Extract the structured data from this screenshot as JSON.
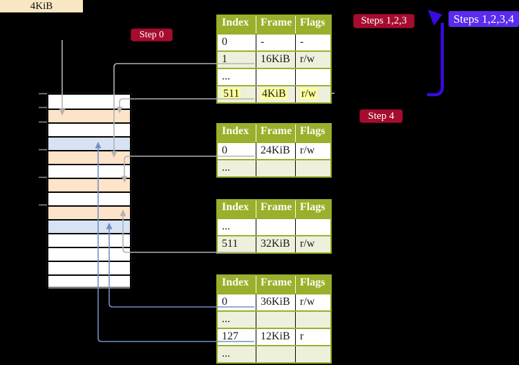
{
  "colors": {
    "background": "#000000",
    "table_header_green": "#9aaf2b",
    "table_border_green": "#9aaf2b",
    "row_green": "#eef0db",
    "highlight_yellow": "#feff9e",
    "badge_red": "#a60c2e",
    "badge_blueviolet": "#5a2bf0",
    "mem_box_wheat": "#f9e7c4",
    "strip_peach": "#fde3c8",
    "strip_blue": "#d7e3f4",
    "connector_gray": "#b3b3b3",
    "connector_steelblue": "#7191c2",
    "arrow_blue": "#3a0be0",
    "tick_gray": "#8a8a8a",
    "cell_text": "#1a1a1a"
  },
  "labels": {
    "mem_box": "4KiB",
    "step0_badge": "Step 0",
    "steps123_badge": "Steps 1,2,3",
    "steps1234_badge": "Steps 1,2,3,4",
    "step4_badge": "Step 4"
  },
  "tables": {
    "columns": [
      "Index",
      "Frame",
      "Flags"
    ],
    "level4": {
      "rows": [
        [
          "0",
          "-",
          "-"
        ],
        [
          "1",
          "16KiB",
          "r/w"
        ],
        [
          "...",
          "",
          ""
        ],
        [
          "511",
          "4KiB",
          "r/w"
        ]
      ],
      "highlighted_row": 3
    },
    "level3": {
      "rows": [
        [
          "0",
          "24KiB",
          "r/w"
        ],
        [
          "...",
          "",
          ""
        ]
      ]
    },
    "level2": {
      "rows": [
        [
          "...",
          "",
          ""
        ],
        [
          "511",
          "32KiB",
          "r/w"
        ]
      ]
    },
    "level1": {
      "rows": [
        [
          "0",
          "36KiB",
          "r/w"
        ],
        [
          "...",
          "",
          ""
        ],
        [
          "127",
          "12KiB",
          "r"
        ],
        [
          "...",
          "",
          ""
        ]
      ]
    }
  },
  "memory_strip": {
    "row_colors": [
      "white",
      "peach",
      "white",
      "blue",
      "peach",
      "white",
      "peach",
      "white",
      "peach",
      "blue",
      "white",
      "white",
      "white",
      "white"
    ]
  }
}
